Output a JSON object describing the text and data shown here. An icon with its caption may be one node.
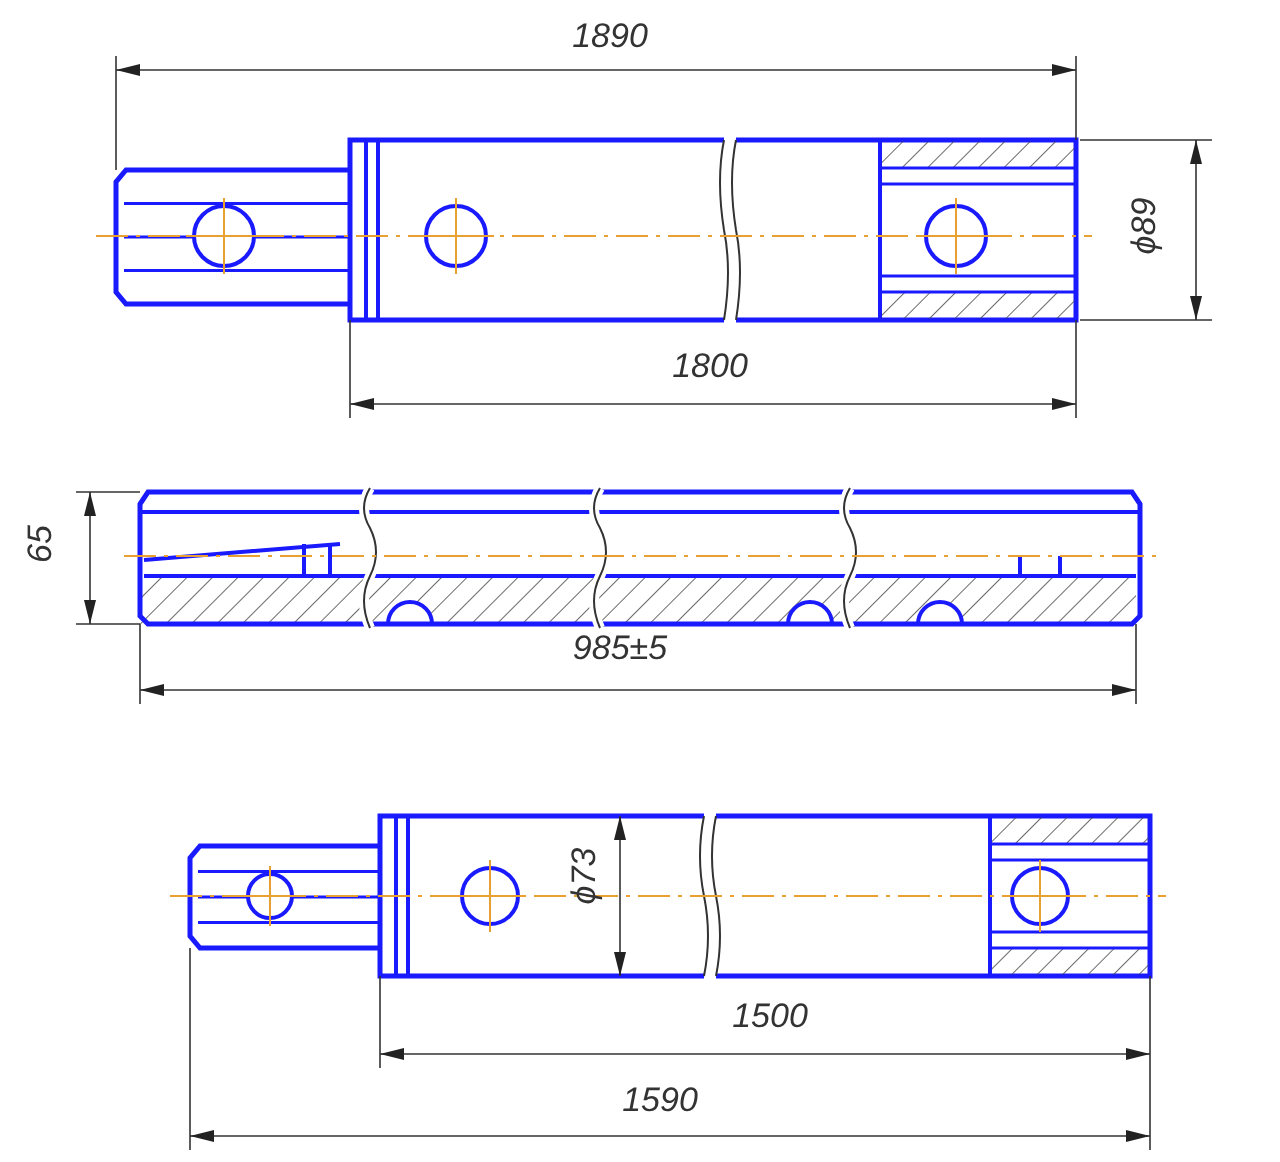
{
  "diagram": {
    "labels": [
      "1890",
      "ϕ89",
      "1800",
      "65",
      "985±5",
      "ϕ73",
      "1500",
      "1590"
    ]
  }
}
